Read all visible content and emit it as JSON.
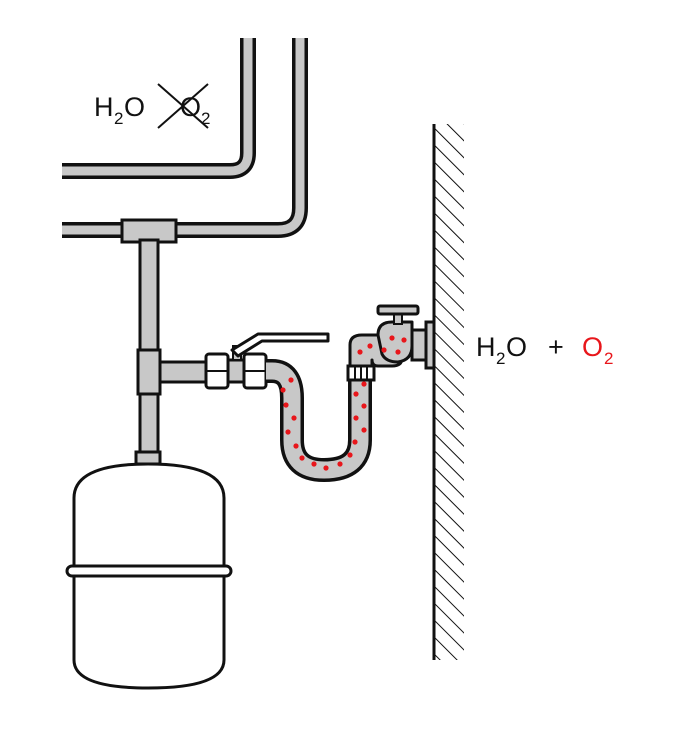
{
  "labels": {
    "top_formula": {
      "h": "H",
      "sub1": "2",
      "o": "O",
      "o2": "O",
      "sub2": "2"
    },
    "right_formula": {
      "h": "H",
      "sub1": "2",
      "o": "O",
      "plus": "+",
      "o2": "O",
      "sub2": "2"
    }
  },
  "colors": {
    "pipe_fill": "#c8c8c8",
    "outline": "#111111",
    "oxygen": "#e8161b"
  },
  "icons": {
    "tap": "faucet-icon",
    "valve": "ball-valve-icon",
    "vessel": "expansion-vessel-icon",
    "wall": "hatched-wall"
  }
}
